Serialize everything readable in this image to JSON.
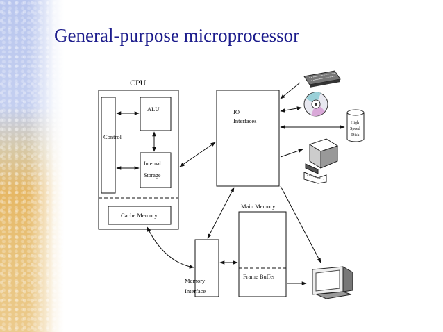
{
  "slide": {
    "title": "General-purpose microprocessor"
  },
  "diagram": {
    "cpu_label": "CPU",
    "alu_label": "ALU",
    "control_label": "Control",
    "internal_storage_line1": "Internal",
    "internal_storage_line2": "Storage",
    "cache_memory_label": "Cache Memory",
    "io_line1": "IO",
    "io_line2": "Interfaces",
    "disk_line1": "High",
    "disk_line2": "Speed",
    "disk_line3": "Disk",
    "main_memory_label": "Main Memory",
    "frame_buffer_label": "Frame Buffer",
    "memory_interface_line1": "Memory",
    "memory_interface_line2": "Interface"
  }
}
